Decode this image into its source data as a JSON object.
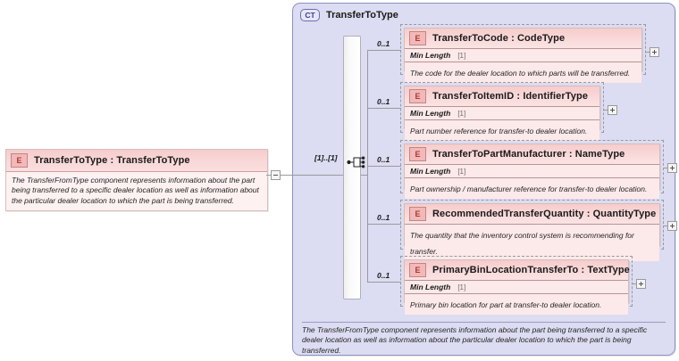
{
  "diagram": {
    "kind": "xsd-schema-diagram",
    "colors": {
      "container_fill": "#dcdcf2",
      "container_border": "#8f92c4",
      "element_fill": "#fce8e8",
      "element_header": "#f6cccc",
      "element_border": "#d8bcbc",
      "badge_e_text": "#a83a3a",
      "badge_ct_text": "#3d3d8f",
      "connector": "#9a9a9a"
    }
  },
  "root_element": {
    "badge": "E",
    "badge_name": "element-badge",
    "title": "TransferToType : TransferToType",
    "documentation": "The TransferFromType component represents information about the part being transferred to a specific dealer location as well as information about the particular dealer location to which the part is being transferred.",
    "toggle": "collapse"
  },
  "complex_type": {
    "badge": "CT",
    "badge_name": "complextype-badge",
    "title": "TransferToType",
    "documentation": "The TransferFromType component represents information about the part being transferred to a specific dealer location as well as information about the particular dealer location to which the part is being transferred.",
    "compositor": "sequence",
    "compositor_cardinality": "[1]..[1]"
  },
  "children": [
    {
      "badge": "E",
      "cardinality": "0..1",
      "title": "TransferToCode : CodeType",
      "facet_name": "Min Length",
      "facet_value": "[1]",
      "documentation": "The code for the dealer location to which parts will be transferred.",
      "toggle": "expand"
    },
    {
      "badge": "E",
      "cardinality": "0..1",
      "title": "TransferToItemID : IdentifierType",
      "facet_name": "Min Length",
      "facet_value": "[1]",
      "documentation": "Part number reference for transfer-to dealer location.",
      "toggle": "expand"
    },
    {
      "badge": "E",
      "cardinality": "0..1",
      "title": "TransferToPartManufacturer : NameType",
      "facet_name": "Min Length",
      "facet_value": "[1]",
      "documentation": "Part ownership / manufacturer reference for transfer-to dealer location.",
      "toggle": "expand"
    },
    {
      "badge": "E",
      "cardinality": "0..1",
      "title": "RecommendedTransferQuantity : QuantityType",
      "facet_name": "",
      "facet_value": "",
      "documentation": "The quantity that the inventory control system is recommending for transfer.",
      "toggle": "expand"
    },
    {
      "badge": "E",
      "cardinality": "0..1",
      "title": "PrimaryBinLocationTransferTo : TextType",
      "facet_name": "Min Length",
      "facet_value": "[1]",
      "documentation": "Primary bin location for part at transfer-to dealer location.",
      "toggle": "expand"
    }
  ]
}
